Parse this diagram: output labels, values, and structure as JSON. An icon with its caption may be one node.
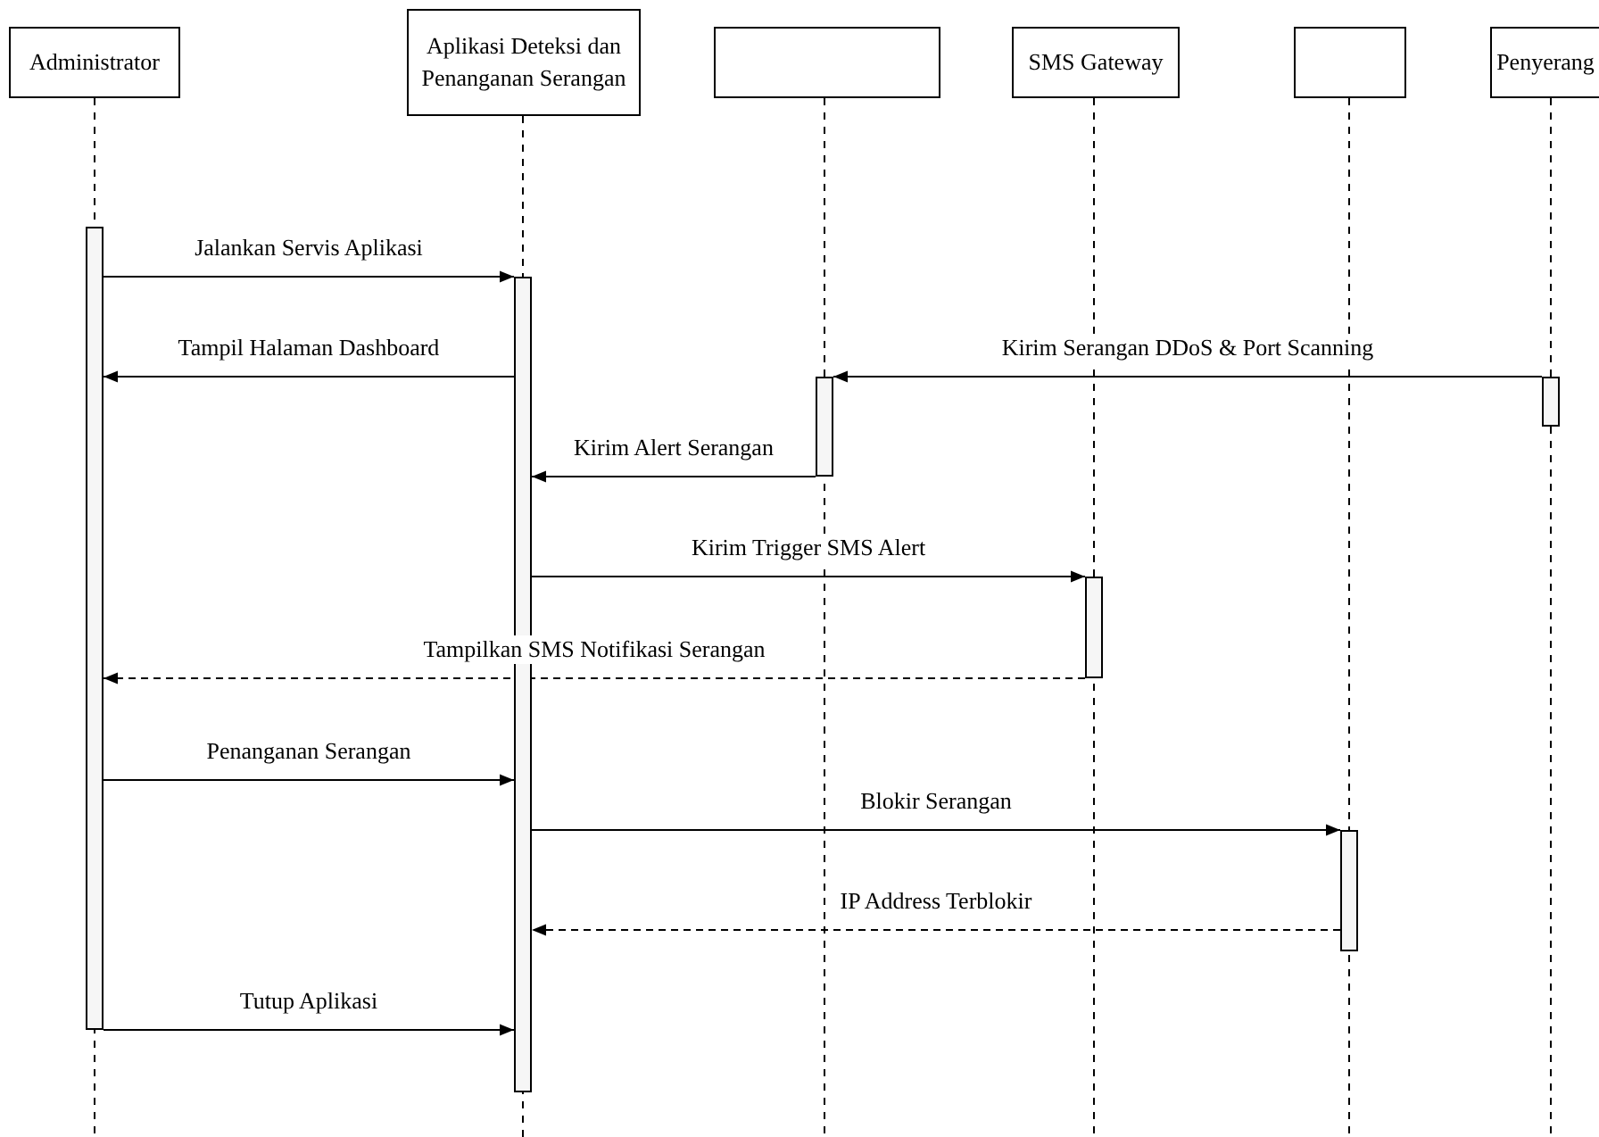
{
  "diagram": {
    "nodes": [
      {
        "text": [
          "Administrator"
        ]
      },
      {
        "text": [
          "Aplikasi Deteksi dan Penanganan Serangan"
        ]
      },
      {
        "text": [],
        "shape": "box"
      },
      {
        "text": [
          "SMS Gateway"
        ]
      },
      {
        "text": [],
        "shape": "box"
      },
      {
        "text": [
          "Penyerang"
        ]
      },
      {
        "text": [],
        "shape": "bar"
      },
      {
        "text": [],
        "shape": "bar"
      },
      {
        "text": [],
        "shape": "bar"
      },
      {
        "text": [],
        "shape": "bar"
      },
      {
        "text": [],
        "shape": "bar"
      },
      {
        "text": [],
        "shape": "bar"
      }
    ],
    "edges": [
      {
        "from": 6,
        "to": 7,
        "arrow": "to",
        "label": "Jalankan Servis Aplikasi"
      },
      {
        "from": 7,
        "to": 6,
        "arrow": "to",
        "label": "Tampil Halaman Dashboard"
      },
      {
        "from": 9,
        "to": 8,
        "arrow": "to",
        "label": "Kirim Serangan DDoS & Port Scanning"
      },
      {
        "from": 8,
        "to": 7,
        "arrow": "to",
        "label": "Kirim Alert Serangan"
      },
      {
        "from": 7,
        "to": 10,
        "arrow": "to",
        "label": "Kirim Trigger SMS Alert"
      },
      {
        "from": 10,
        "to": 6,
        "arrow": "to",
        "label": "Tampilkan SMS Notifikasi Serangan",
        "style": "dashed"
      },
      {
        "from": 6,
        "to": 7,
        "arrow": "to",
        "label": "Penanganan Serangan"
      },
      {
        "from": 7,
        "to": 11,
        "arrow": "to",
        "label": "Blokir Serangan"
      },
      {
        "from": 11,
        "to": 7,
        "arrow": "to",
        "label": "IP Address Terblokir",
        "style": "dashed"
      },
      {
        "from": 6,
        "to": 7,
        "arrow": "to",
        "label": "Tutup Aplikasi"
      }
    ]
  }
}
